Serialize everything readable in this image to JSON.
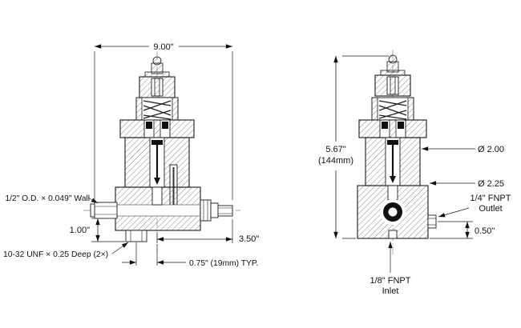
{
  "drawing": {
    "left_view": {
      "dim_overall_width": "9.00\"",
      "tube_label": "1/2\" O.D. × 0.049\" Wall",
      "dim_port_height": "1.00\"",
      "dim_fitting_offset": "3.50\"",
      "thread_label": "10-32 UNF × 0.25 Deep (2×)",
      "dim_hole_spacing": "0.75\" (19mm) TYP."
    },
    "right_view": {
      "dim_overall_height_in": "5.67\"",
      "dim_overall_height_mm": "(144mm)",
      "dim_dia_body": "Ø 2.00",
      "dim_dia_base": "Ø 2.25",
      "outlet_label_line1": "1/4\" FNPT",
      "outlet_label_line2": "Outlet",
      "dim_outlet_height": "0.50\"",
      "inlet_label_line1": "1/8\" FNPT",
      "inlet_label_line2": "Inlet"
    }
  }
}
